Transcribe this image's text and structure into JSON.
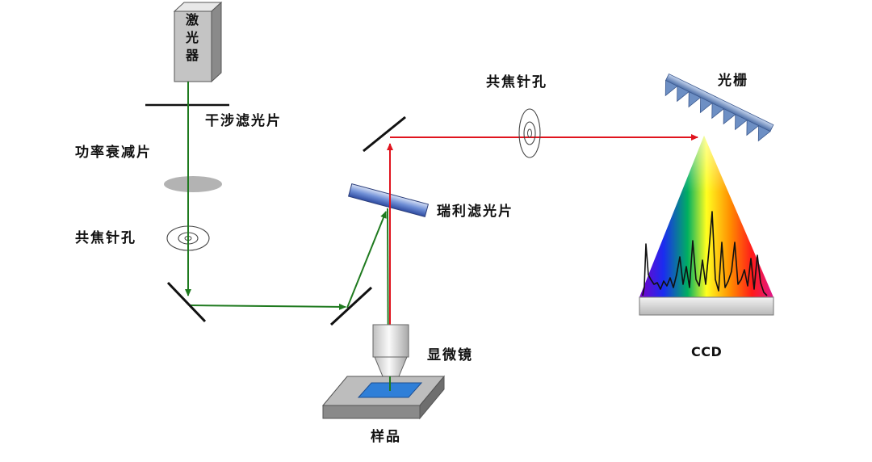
{
  "diagram": {
    "laser_chars": [
      "激",
      "光",
      "器"
    ],
    "labels": {
      "interference_filter": "干涉滤光片",
      "power_attenuator": "功率衰减片",
      "pinhole_left": "共焦针孔",
      "pinhole_top": "共焦针孔",
      "grating": "光栅",
      "rayleigh_filter": "瑞利滤光片",
      "microscope": "显微镜",
      "sample": "样品",
      "ccd": "CCD"
    },
    "colors": {
      "excitation_beam": "#1f7a1f",
      "scattered_beam": "#e0141e",
      "filter": "#3b5bb5",
      "grating": "#6d8fc4",
      "sample": "#2f7fd8",
      "attenuator": "#b3b3b3"
    }
  }
}
